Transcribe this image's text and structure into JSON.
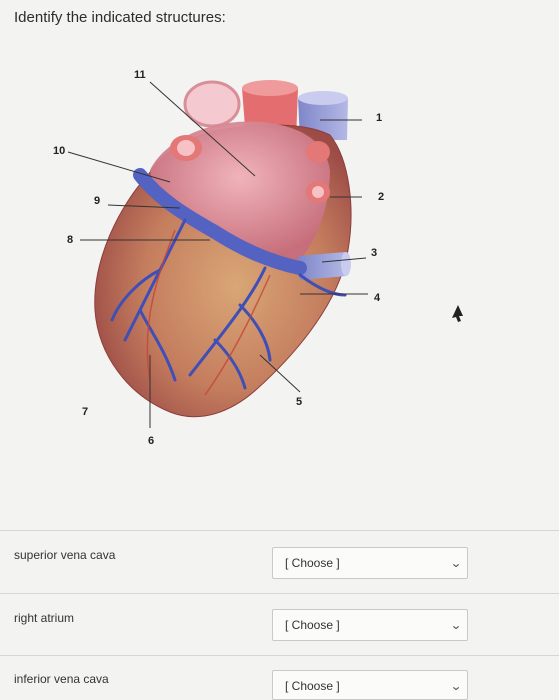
{
  "question": {
    "title": "Identify the indicated structures:"
  },
  "figure": {
    "labels": [
      "1",
      "2",
      "3",
      "4",
      "5",
      "6",
      "7",
      "8",
      "9",
      "10",
      "11"
    ]
  },
  "matches": [
    {
      "term": "superior vena cava",
      "selected": "[ Choose ]"
    },
    {
      "term": "right atrium",
      "selected": "[ Choose ]"
    },
    {
      "term": "inferior vena cava",
      "selected": "[ Choose ]"
    }
  ],
  "icons": {
    "dropdown": "chevron-down-icon",
    "cursor": "mouse-pointer-icon"
  }
}
